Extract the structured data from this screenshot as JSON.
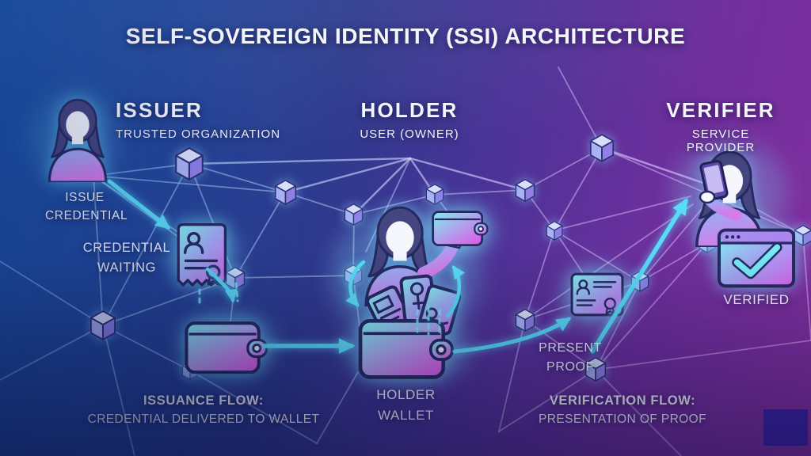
{
  "title": "SELF-SOVEREIGN IDENTITY (SSI) ARCHITECTURE",
  "issuer": {
    "name": "ISSUER",
    "subtitle": "TRUSTED ORGANIZATION",
    "issue_label": "ISSUE CREDENTIAL",
    "waiting_label": "CREDENTIAL WAITING",
    "flow_title": "ISSUANCE FLOW:",
    "flow_subtitle": "CREDENTIAL DELIVERED TO WALLET"
  },
  "holder": {
    "name": "HOLDER",
    "subtitle": "USER (OWNER)",
    "wallet_label": "HOLDER WALLET"
  },
  "verifier": {
    "name": "VERIFIER",
    "subtitle": "SERVICE PROVIDER",
    "present_label": "PRESENT PROOF",
    "verified_label": "VERIFIED",
    "flow_title": "VERIFICATION FLOW:",
    "flow_subtitle": "PRESENTATION OF PROOF"
  },
  "icons": {
    "issuer_person": "woman-bust-icon",
    "credential_document": "credential-document-seal-icon",
    "issuer_wallet": "wallet-icon",
    "holder_person": "woman-presenting-icon",
    "holder_pocket_wallet": "wallet-icon",
    "holder_wallet": "wallet-with-cards-icon",
    "proof_certificate": "certificate-seal-icon",
    "verifier_person": "woman-holding-phone-icon",
    "verified_window": "browser-checkmark-icon",
    "network_node": "blockchain-cube-icon"
  },
  "colors": {
    "background_left": "#1d57ab",
    "background_right": "#832f9f",
    "arrow_accent": "#58dbf6",
    "icon_gradient_start": "#7ef0ee",
    "icon_gradient_end": "#da64f0",
    "mesh_left": "#a6dcff",
    "mesh_right": "#f2bdff",
    "text": "#ffffff",
    "corner_square": "#3c22a6"
  }
}
